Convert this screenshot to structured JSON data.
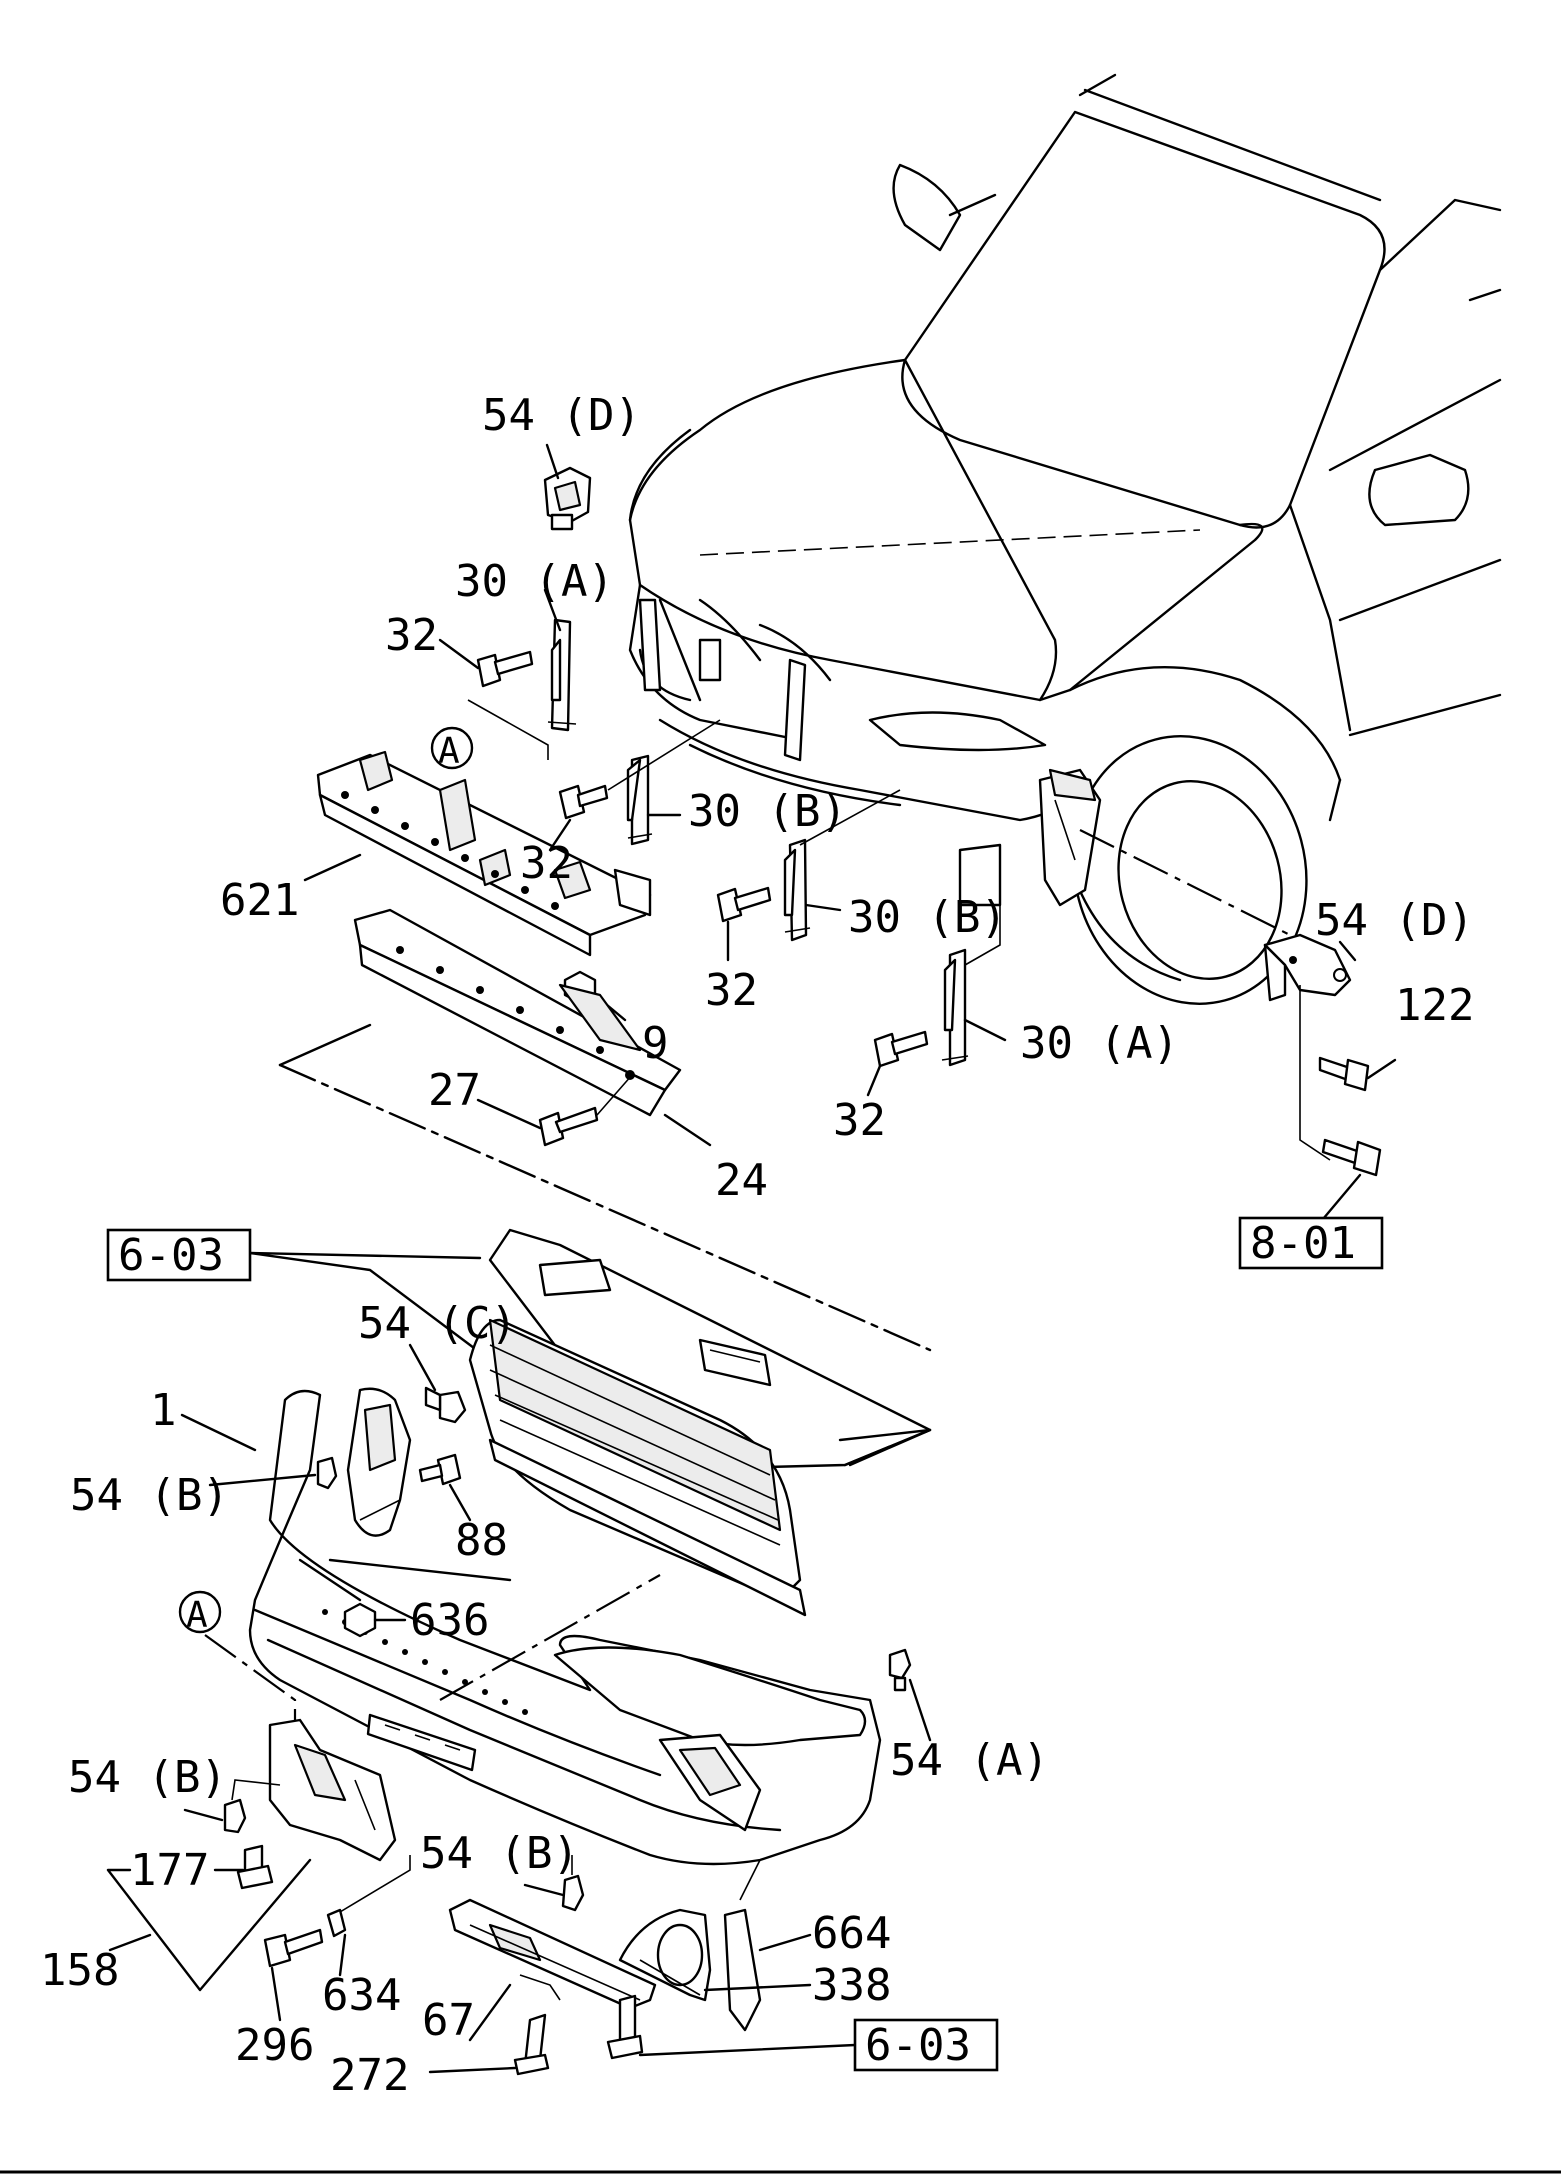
{
  "callouts": {
    "c54D_top": "54 (D)",
    "c30A_top": "30 (A)",
    "c32_a": "32",
    "cA_top": "A",
    "c621": "621",
    "c32_b": "32",
    "c30B_a": "30 (B)",
    "c30B_b": "30 (B)",
    "c32_c": "32",
    "c9": "9",
    "c30A_b": "30 (A)",
    "c32_d": "32",
    "c27": "27",
    "c24": "24",
    "c54D_right": "54 (D)",
    "c122": "122",
    "c603_top": "6-03",
    "c801": "8-01",
    "c54C": "54 (C)",
    "c1": "1",
    "c54B_a": "54 (B)",
    "c88": "88",
    "cA_bottom": "A",
    "c636": "636",
    "c54A": "54 (A)",
    "c54B_b": "54 (B)",
    "c177": "177",
    "c54B_c": "54 (B)",
    "c158": "158",
    "c664": "664",
    "c338": "338",
    "c634": "634",
    "c67": "67",
    "c296": "296",
    "c272": "272",
    "c603_bottom": "6-03"
  }
}
